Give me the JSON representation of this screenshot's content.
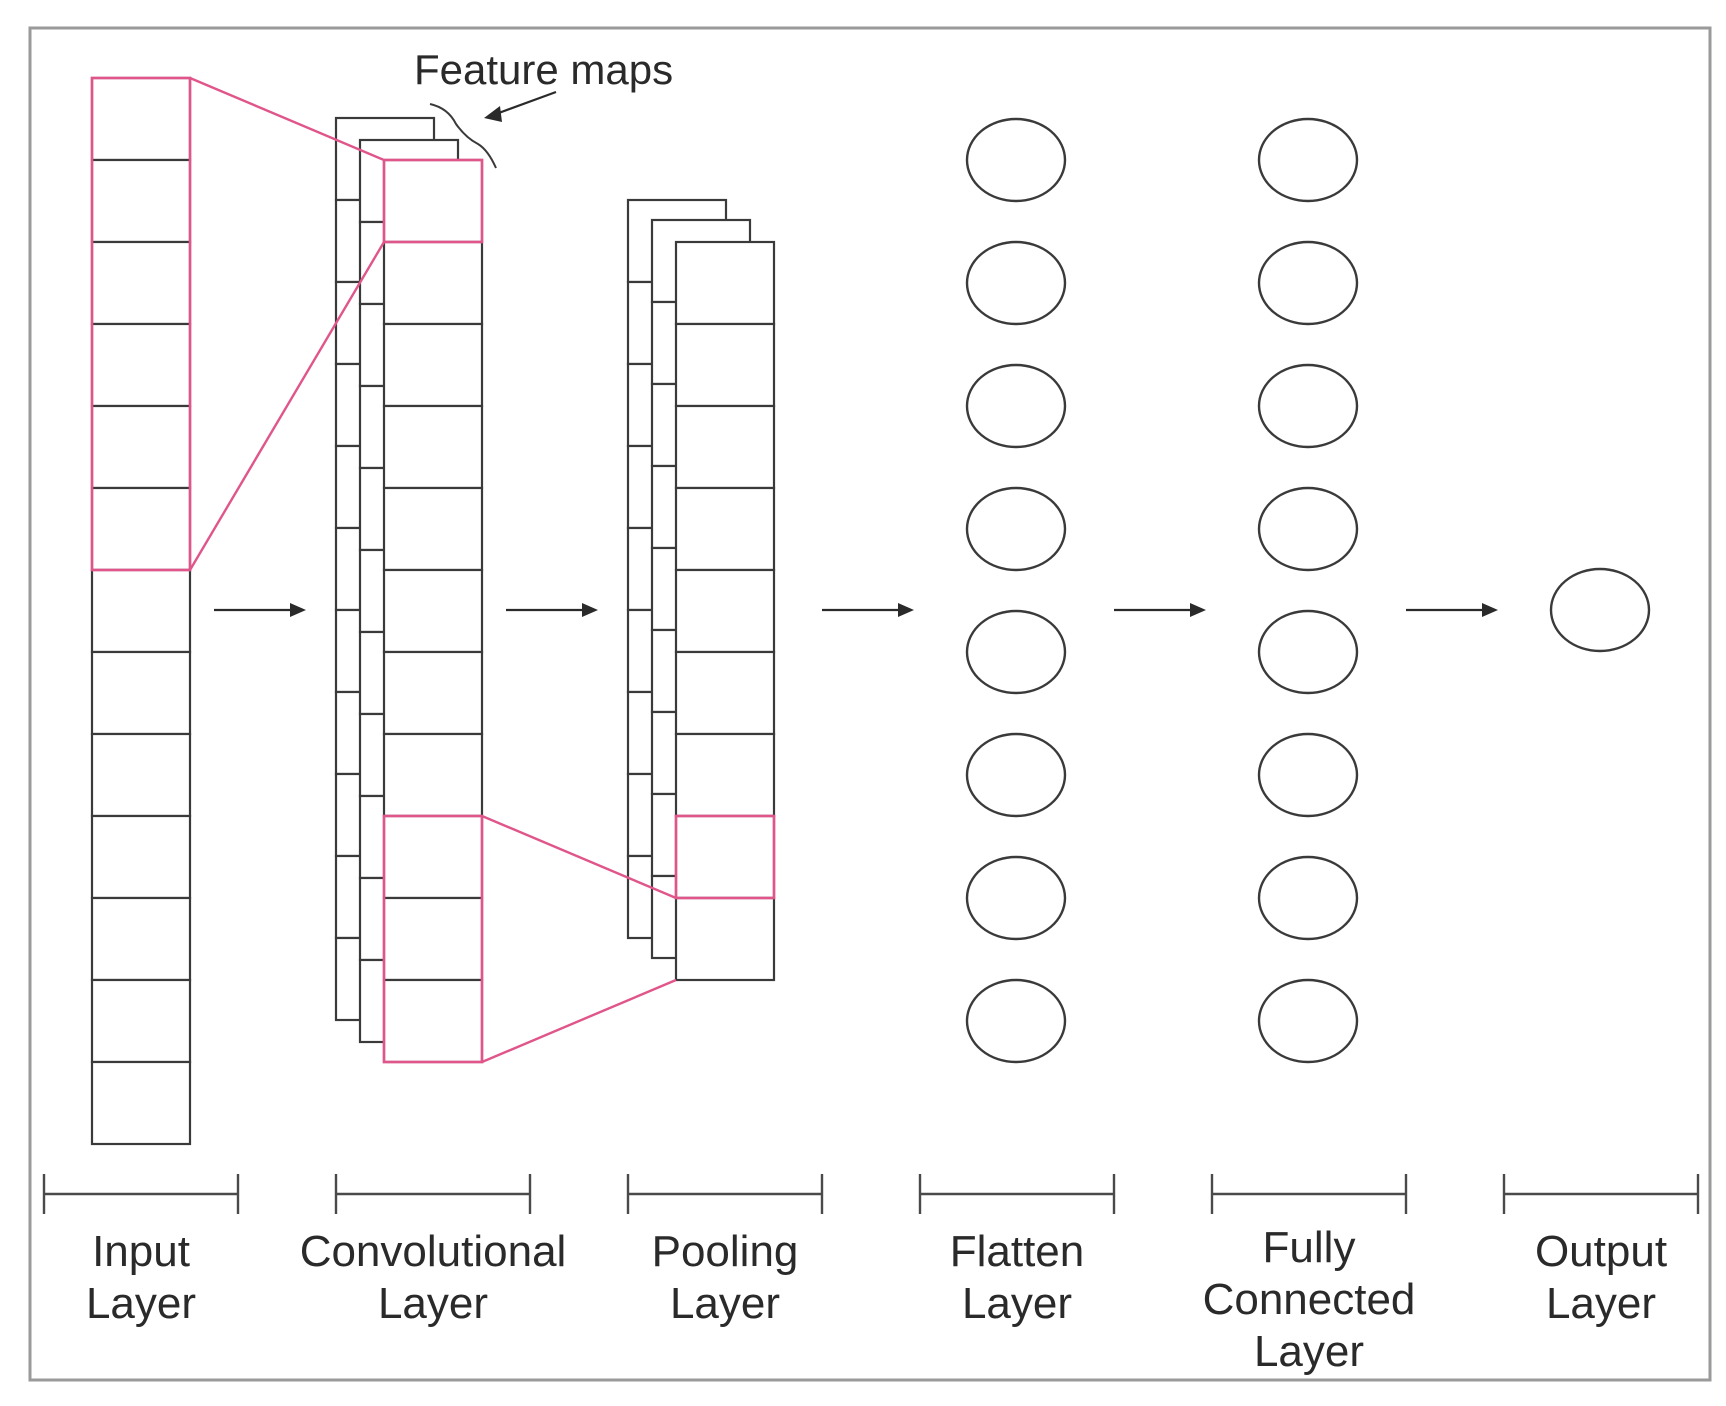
{
  "feature_maps_label": "Feature maps",
  "layers": [
    {
      "id": "input",
      "lines": [
        "Input",
        "Layer"
      ],
      "cells": 13
    },
    {
      "id": "convolutional",
      "lines": [
        "Convolutional",
        "Layer"
      ],
      "cells": 11,
      "stack_depth": 3
    },
    {
      "id": "pooling",
      "lines": [
        "Pooling",
        "Layer"
      ],
      "cells": 9,
      "stack_depth": 3
    },
    {
      "id": "flatten",
      "lines": [
        "Flatten",
        "Layer"
      ],
      "nodes": 8
    },
    {
      "id": "fully_connected",
      "lines": [
        "Fully",
        "Connected",
        "Layer"
      ],
      "nodes": 8
    },
    {
      "id": "output",
      "lines": [
        "Output",
        "Layer"
      ],
      "nodes": 1
    }
  ],
  "colors": {
    "highlight": "#e0558a",
    "stroke": "#3a3a3a",
    "frame": "#9a9a9a"
  }
}
